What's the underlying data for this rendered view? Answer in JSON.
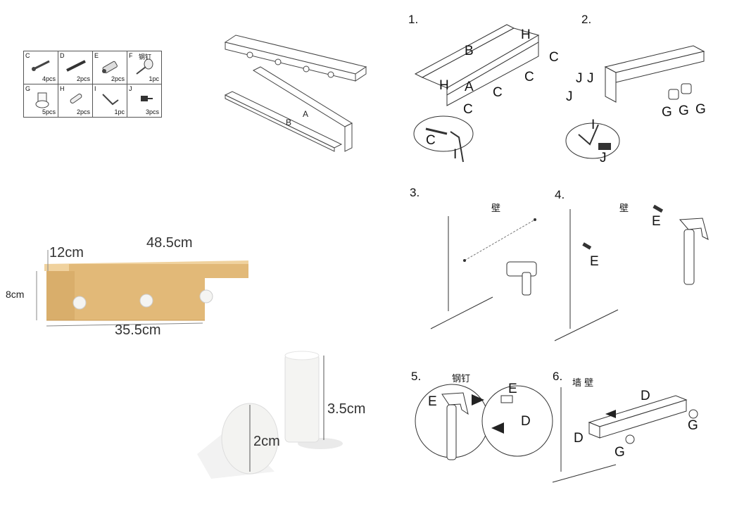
{
  "parts": [
    {
      "letter": "C",
      "name": "",
      "qty": "4pcs",
      "icon": "screw-icon"
    },
    {
      "letter": "D",
      "name": "",
      "qty": "2pcs",
      "icon": "long-screw-icon"
    },
    {
      "letter": "E",
      "name": "",
      "qty": "2pcs",
      "icon": "wall-anchor-icon"
    },
    {
      "letter": "F",
      "name": "钢钉",
      "qty": "1pc",
      "icon": "steel-nail-icon"
    },
    {
      "letter": "G",
      "name": "",
      "qty": "5pcs",
      "icon": "hook-peg-icon"
    },
    {
      "letter": "H",
      "name": "",
      "qty": "2pcs",
      "icon": "dowel-icon"
    },
    {
      "letter": "I",
      "name": "",
      "qty": "1pc",
      "icon": "allen-key-icon"
    },
    {
      "letter": "J",
      "name": "",
      "qty": "3pcs",
      "icon": "small-screw-icon"
    }
  ],
  "exploded": {
    "label_a": "A",
    "label_b": "B"
  },
  "dimensions": {
    "shelf_depth": "12cm",
    "shelf_length": "48.5cm",
    "height": "8cm",
    "board_length": "35.5cm",
    "peg_length": "3.5cm",
    "peg_diameter": "2cm"
  },
  "steps": [
    {
      "no": "1.",
      "labels": {
        "b": "B",
        "h1": "H",
        "h2": "H",
        "a": "A",
        "c": "C",
        "i": "I"
      }
    },
    {
      "no": "2.",
      "labels": {
        "j": "J",
        "g": "G",
        "i": "I"
      }
    },
    {
      "no": "3.",
      "wall": "壁"
    },
    {
      "no": "4.",
      "wall": "壁",
      "e": "E"
    },
    {
      "no": "5.",
      "nail": "钢钉",
      "e": "E",
      "d": "D"
    },
    {
      "no": "6.",
      "wall": "墙  壁",
      "d": "D",
      "g": "G"
    }
  ],
  "colors": {
    "wood": "#e2b978",
    "wood_dark": "#c99a55",
    "wood_light": "#f0d29e",
    "peg": "#f4f4f2",
    "line": "#333333"
  }
}
